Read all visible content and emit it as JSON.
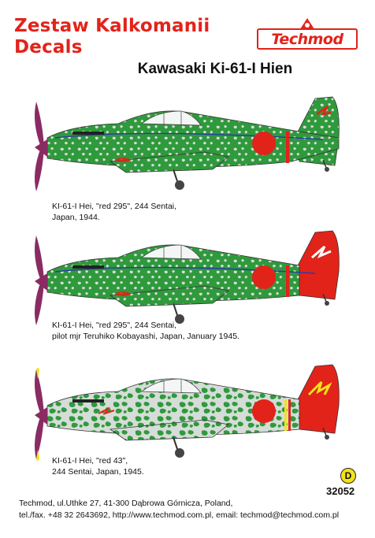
{
  "header": {
    "title_line1": "Zestaw Kalkomanii",
    "title_line2": "Decals"
  },
  "brand": {
    "logo_text": "Techmod"
  },
  "model_title": "Kawasaki Ki-61-I Hien",
  "profiles": [
    {
      "caption_line1": "KI-61-I Hei, \"red 295\", 244 Sentai,",
      "caption_line2": "Japan, 1944."
    },
    {
      "caption_line1": "KI-61-I Hei, \"red 295\", 244 Sentai,",
      "caption_line2": "pilot mjr Teruhiko Kobayashi, Japan, January 1945."
    },
    {
      "caption_line1": "KI-61-I Hei, \"red 43\",",
      "caption_line2": "244 Sentai, Japan, 1945."
    }
  ],
  "badge_letter": "D",
  "catalog_number": "32052",
  "footer": {
    "line1": "Techmod, ul.Uthke 27, 41-300 Dąbrowa Górnicza, Poland,",
    "line2": "tel./fax. +48 32 2643692, http://www.techmod.com.pl, email: techmod@techmod.com.pl"
  },
  "colors": {
    "brand_red": "#e2231a",
    "camo_green": "#2f9a3c",
    "base_gray": "#d6dcd8",
    "hinomaru": "#e2231a",
    "prop_purple": "#8a2b63",
    "prop_tip_yellow": "#f3e21a",
    "fuselage_stripe_blue": "#2a3aa8"
  }
}
